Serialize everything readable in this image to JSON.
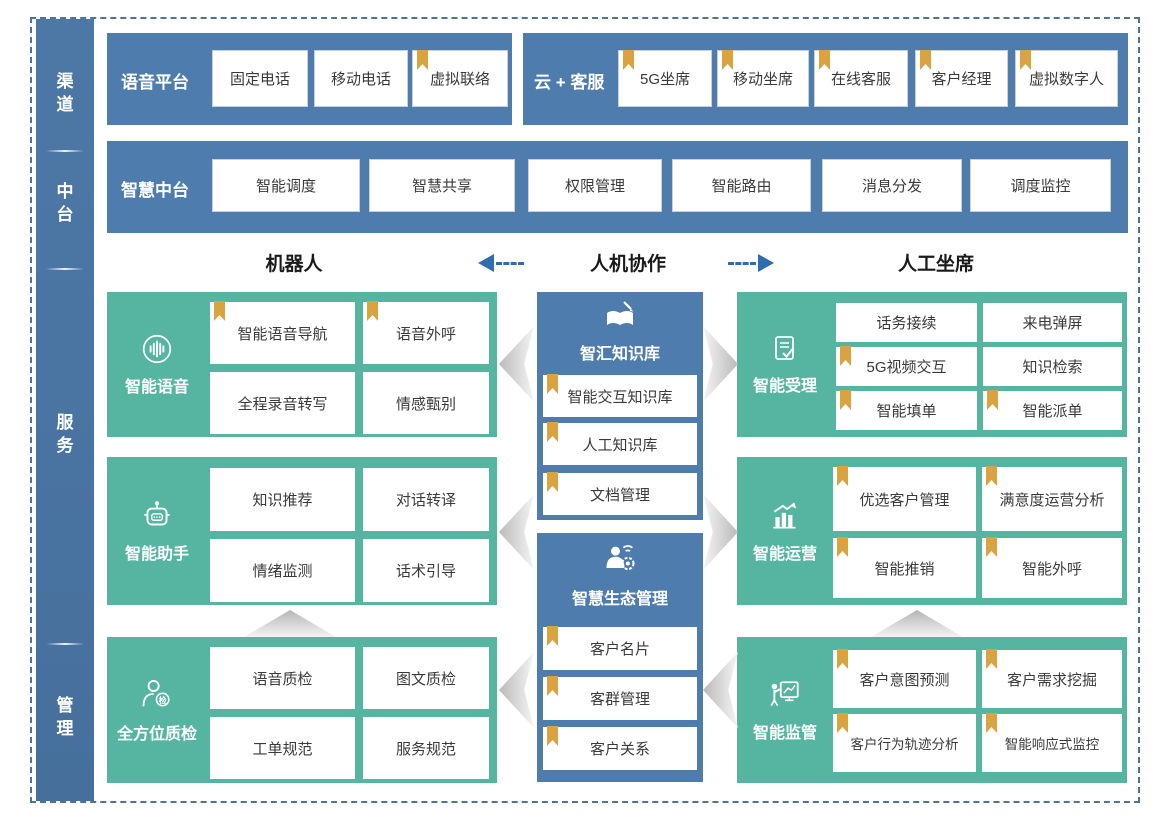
{
  "colors": {
    "panel_blue": "#4e7dad",
    "sidebar_blue": "#4a739f",
    "teal_green": "#55b5a0",
    "bookmark_gold": "#d9a440",
    "arrow_blue": "#2f6cb3",
    "chevron_gray": "#b9b9b9",
    "card_text": "#3a3a3a"
  },
  "sidebar": {
    "items": [
      {
        "label": "渠道"
      },
      {
        "label": "中台"
      },
      {
        "label": "服务"
      },
      {
        "label": "管理"
      }
    ]
  },
  "channel_row": {
    "voice_platform": {
      "title": "语音平台",
      "items": [
        {
          "label": "固定电话",
          "bookmark": false
        },
        {
          "label": "移动电话",
          "bookmark": false
        },
        {
          "label": "虚拟联络",
          "bookmark": true
        }
      ]
    },
    "cloud_service": {
      "title": "云 + 客服",
      "items": [
        {
          "label": "5G坐席",
          "bookmark": true
        },
        {
          "label": "移动坐席",
          "bookmark": true
        },
        {
          "label": "在线客服",
          "bookmark": true
        },
        {
          "label": "客户经理",
          "bookmark": true
        },
        {
          "label": "虚拟数字人",
          "bookmark": true
        }
      ]
    }
  },
  "middle_row": {
    "title": "智慧中台",
    "items": [
      {
        "label": "智能调度"
      },
      {
        "label": "智慧共享"
      },
      {
        "label": "权限管理"
      },
      {
        "label": "智能路由"
      },
      {
        "label": "消息分发"
      },
      {
        "label": "调度监控"
      }
    ]
  },
  "collab_header": {
    "left": "机器人",
    "center": "人机协作",
    "right": "人工坐席"
  },
  "service_left": [
    {
      "title": "智能语音",
      "icon": "voice-waveform-icon",
      "items": [
        {
          "label": "智能语音导航",
          "bookmark": true
        },
        {
          "label": "语音外呼",
          "bookmark": true
        },
        {
          "label": "全程录音转写",
          "bookmark": false
        },
        {
          "label": "情感甄别",
          "bookmark": false
        }
      ]
    },
    {
      "title": "智能助手",
      "icon": "robot-icon",
      "items": [
        {
          "label": "知识推荐",
          "bookmark": false
        },
        {
          "label": "对话转译",
          "bookmark": false
        },
        {
          "label": "情绪监测",
          "bookmark": false
        },
        {
          "label": "话术引导",
          "bookmark": false
        }
      ]
    },
    {
      "title": "全方位质检",
      "icon": "quality-inspector-icon",
      "items": [
        {
          "label": "语音质检",
          "bookmark": false
        },
        {
          "label": "图文质检",
          "bookmark": false
        },
        {
          "label": "工单规范",
          "bookmark": false
        },
        {
          "label": "服务规范",
          "bookmark": false
        }
      ]
    }
  ],
  "knowledge_center": [
    {
      "title": "智汇知识库",
      "icon": "knowledge-book-icon",
      "items": [
        {
          "label": "智能交互知识库",
          "bookmark": true
        },
        {
          "label": "人工知识库",
          "bookmark": true
        },
        {
          "label": "文档管理",
          "bookmark": true
        }
      ]
    },
    {
      "title": "智慧生态管理",
      "icon": "ecosystem-manager-icon",
      "items": [
        {
          "label": "客户名片",
          "bookmark": true
        },
        {
          "label": "客群管理",
          "bookmark": true
        },
        {
          "label": "客户关系",
          "bookmark": true
        }
      ]
    }
  ],
  "service_right": [
    {
      "title": "智能受理",
      "icon": "document-check-icon",
      "items": [
        {
          "label": "话务接续",
          "bookmark": false
        },
        {
          "label": "来电弹屏",
          "bookmark": false
        },
        {
          "label": "5G视频交互",
          "bookmark": true
        },
        {
          "label": "知识检索",
          "bookmark": false
        },
        {
          "label": "智能填单",
          "bookmark": true
        },
        {
          "label": "智能派单",
          "bookmark": true
        }
      ]
    },
    {
      "title": "智能运营",
      "icon": "chart-growth-icon",
      "items": [
        {
          "label": "优选客户管理",
          "bookmark": true
        },
        {
          "label": "满意度运营分析",
          "bookmark": true
        },
        {
          "label": "智能推销",
          "bookmark": true
        },
        {
          "label": "智能外呼",
          "bookmark": true
        }
      ]
    },
    {
      "title": "智能监管",
      "icon": "presenter-monitor-icon",
      "items": [
        {
          "label": "客户意图预测",
          "bookmark": true
        },
        {
          "label": "客户需求挖掘",
          "bookmark": true
        },
        {
          "label": "客户行为轨迹分析",
          "bookmark": true
        },
        {
          "label": "智能响应式监控",
          "bookmark": true
        }
      ]
    }
  ]
}
